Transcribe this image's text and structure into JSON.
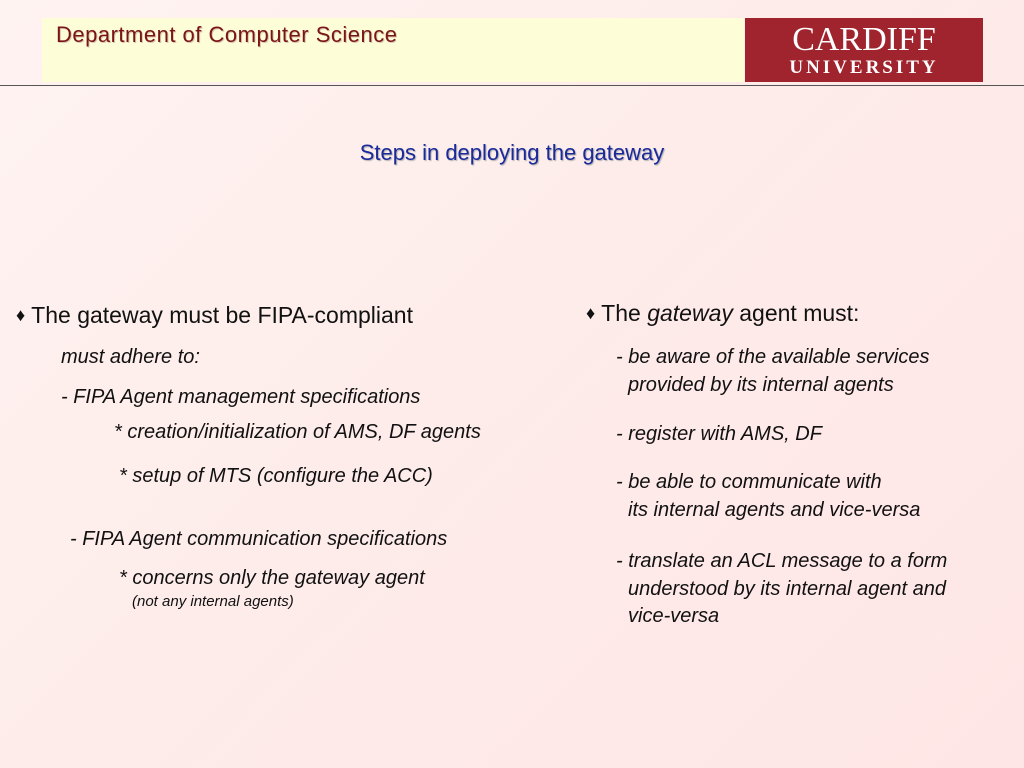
{
  "header": {
    "department": "Department of Computer Science",
    "logo_line1": "CARDIFF",
    "logo_line2": "UNIVERSITY",
    "brand_color": "#a0242d"
  },
  "title": "Steps in deploying the gateway",
  "left": {
    "bullet_glyph": "♦",
    "heading": "The gateway must be FIPA-compliant",
    "adhere": "must adhere to:",
    "mgmt": "- FIPA Agent management specifications",
    "mgmt_item1": "* creation/initialization of AMS, DF agents",
    "mgmt_item2": "* setup of MTS (configure the ACC)",
    "comm": "- FIPA Agent communication specifications",
    "comm_item1": "* concerns only the gateway agent",
    "comm_note": "(not any internal agents)"
  },
  "right": {
    "bullet_glyph": "♦",
    "heading_pre": "The",
    "heading_em": "gateway",
    "heading_post": "agent must:",
    "item1_line1": "- be aware of the available services",
    "item1_line2": "provided by its internal agents",
    "item2": "- register with AMS, DF",
    "item3_line1": "- be able to communicate with",
    "item3_line2": "its internal agents and vice-versa",
    "item4_line1": "- translate an ACL message to a form",
    "item4_line2": "understood by its internal agent and",
    "item4_line3": "vice-versa"
  }
}
